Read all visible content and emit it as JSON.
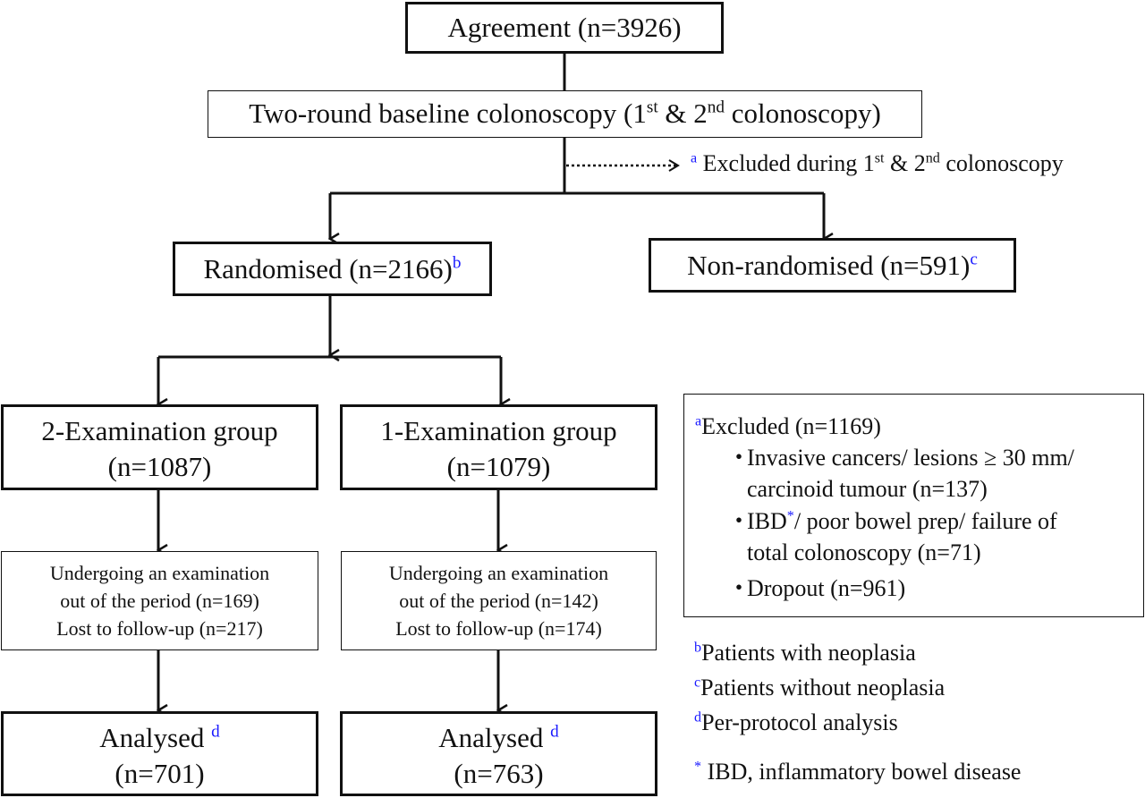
{
  "colors": {
    "line": "#111111",
    "footnote_mark": "#1a1aff",
    "background": "#ffffff"
  },
  "agreement": {
    "label": "Agreement (n=3926)"
  },
  "baseline": {
    "pre": "Two-round baseline colonoscopy (1",
    "sup1": "st",
    "mid": " & 2",
    "sup2": "nd",
    "post": " colonoscopy)"
  },
  "excluded_arrow": {
    "mark": "a",
    "pre": " Excluded during 1",
    "sup1": "st",
    "mid": " & 2",
    "sup2": "nd",
    "post": " colonoscopy"
  },
  "randomised": {
    "label": "Randomised (n=2166)",
    "mark": "b"
  },
  "non_randomised": {
    "label": "Non-randomised (n=591)",
    "mark": "c"
  },
  "groups": [
    {
      "title": "2-Examination group",
      "n": "(n=1087)",
      "loss": [
        "Undergoing an examination",
        "out of the period (n=169)",
        "Lost to follow-up  (n=217)"
      ],
      "analysed": "Analysed",
      "analysed_mark": "d",
      "analysed_n": "(n=701)"
    },
    {
      "title": "1-Examination group",
      "n": "(n=1079)",
      "loss": [
        "Undergoing an examination",
        "out of the period (n=142)",
        "Lost to follow-up  (n=174)"
      ],
      "analysed": "Analysed",
      "analysed_mark": "d",
      "analysed_n": "(n=763)"
    }
  ],
  "excluded_box": {
    "mark": "a",
    "title": "Excluded (n=1169)",
    "bullet": "・",
    "items": [
      [
        "Invasive  cancers/  lesions ≥ 30 mm/",
        "carcinoid tumour (n=137)"
      ],
      [
        "IBD",
        "*",
        "/ poor bowel prep/ failure of",
        "total colonoscopy  (n=71)"
      ],
      [
        "Dropout (n=961)"
      ]
    ]
  },
  "legend": [
    {
      "mark": "b",
      "text": "Patients with neoplasia"
    },
    {
      "mark": "c",
      "text": "Patients  without neoplasia"
    },
    {
      "mark": "d",
      "text": "Per-protocol analysis"
    },
    {
      "mark": "*",
      "text": "IBD,  inflammatory  bowel disease"
    }
  ]
}
